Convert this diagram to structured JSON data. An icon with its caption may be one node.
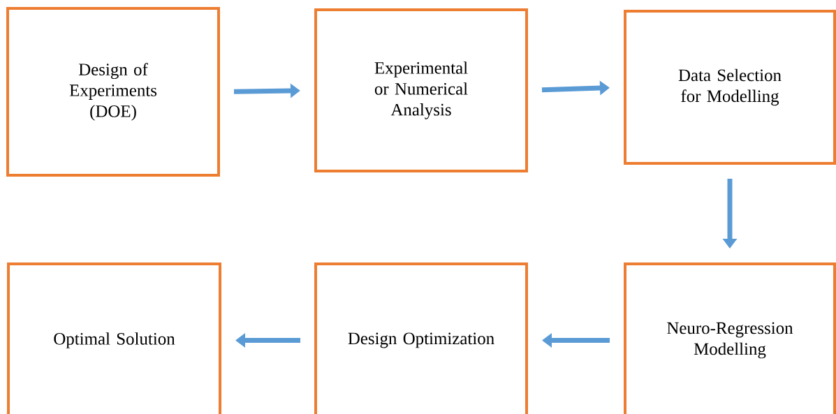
{
  "diagram": {
    "nodes": [
      {
        "text": [
          "Design of Experiments (DOE)"
        ]
      },
      {
        "text": [
          "Experimental or Numerical Analysis"
        ]
      },
      {
        "text": [
          "Data Selection for Modelling"
        ]
      },
      {
        "text": [
          "Neuro-Regression Modelling"
        ]
      },
      {
        "text": [
          "Design Optimization"
        ]
      },
      {
        "text": [
          "Optimal Solution"
        ]
      }
    ],
    "edges": [
      {
        "from": 0,
        "to": 1,
        "arrow": "to"
      },
      {
        "from": 1,
        "to": 2,
        "arrow": "to"
      },
      {
        "from": 2,
        "to": 3,
        "arrow": "to"
      },
      {
        "from": 3,
        "to": 4,
        "arrow": "to"
      },
      {
        "from": 4,
        "to": 5,
        "arrow": "to"
      }
    ]
  }
}
